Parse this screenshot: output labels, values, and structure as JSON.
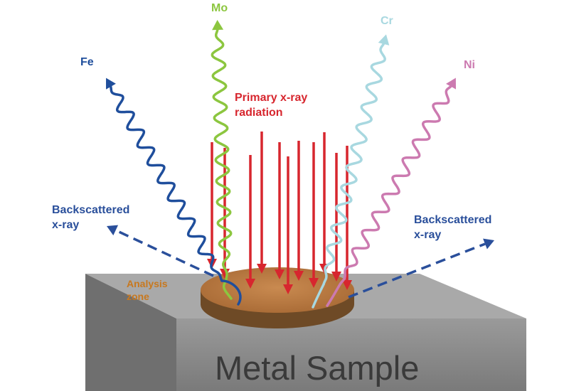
{
  "labels": {
    "mo": "Mo",
    "fe": "Fe",
    "cr": "Cr",
    "ni": "Ni",
    "primary_line1": "Primary x-ray",
    "primary_line2": "radiation",
    "backscatter_left_line1": "Backscattered",
    "backscatter_left_line2": "x-ray",
    "backscatter_right_line1": "Backscattered",
    "backscatter_right_line2": "x-ray",
    "analysis_line1": "Analysis",
    "analysis_line2": "zone",
    "sample": "Metal Sample"
  },
  "colors": {
    "fe": "#1f4e9c",
    "mo": "#8cc63f",
    "cr": "#a8d8e0",
    "ni": "#cc7ab0",
    "primary": "#d7262e",
    "backscatter": "#2a4f9b",
    "analysis_zone": "#b87840",
    "analysis_text": "#c8781e",
    "block_top": "#a9a9a9",
    "block_front": "#8c8c8c",
    "block_side": "#6e6e6e",
    "sample_text": "#3a3a3a"
  },
  "icons": [
    "primary-ray-arrow",
    "fluorescence-wave-arrow",
    "backscatter-dashed-arrow"
  ]
}
